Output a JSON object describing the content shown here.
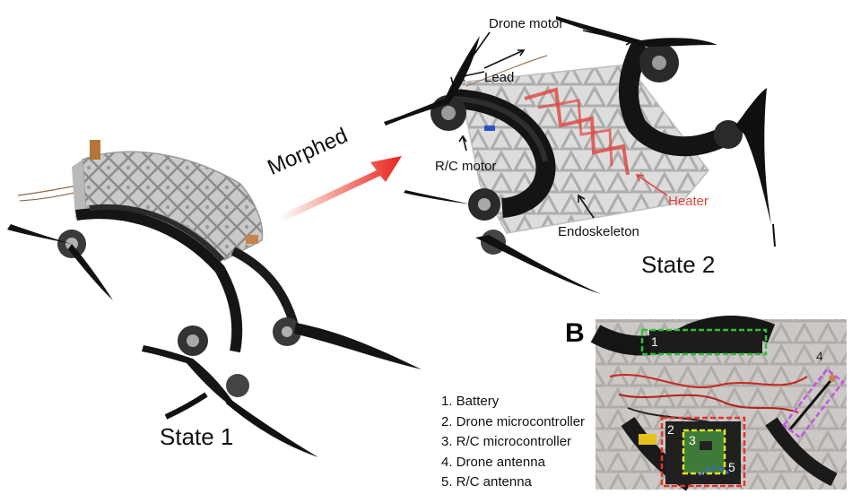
{
  "labels": {
    "drone_motor": "Drone motor",
    "lead": "Lead",
    "morphed": "Morphed",
    "rc_motor": "R/C motor",
    "heater": "Heater",
    "endoskeleton": "Endoskeleton",
    "state1": "State 1",
    "state2": "State 2",
    "panel_b": "B"
  },
  "legend": [
    "1. Battery",
    "2. Drone microcontroller",
    "3. R/C microcontroller",
    "4. Drone antenna",
    "5. R/C antenna"
  ],
  "inset_numbers": [
    "1",
    "2",
    "3",
    "4",
    "5"
  ],
  "colors": {
    "arrow_red": "#e8231b",
    "heater_red": "#e0453d",
    "box_green": "#2fbf3a",
    "box_red": "#e8322a",
    "box_yellow": "#e6e21c",
    "box_blue": "#2e6bdc",
    "box_purple": "#c455e0"
  }
}
